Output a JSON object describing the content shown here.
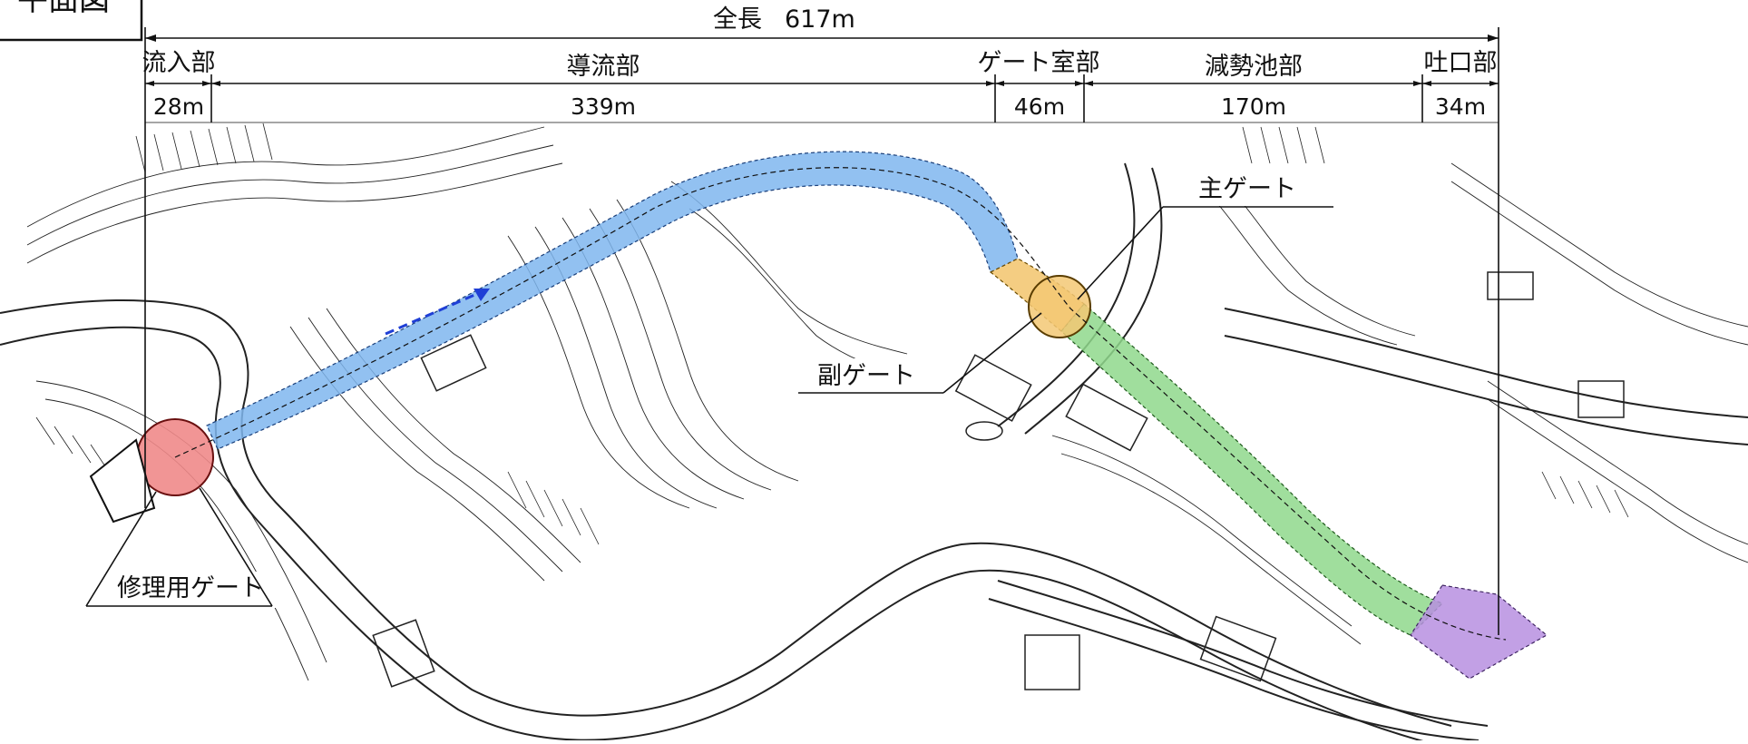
{
  "title_box": "平面図",
  "total": {
    "label": "全長",
    "length": "617m"
  },
  "sections": [
    {
      "name": "流入部",
      "length": "28m"
    },
    {
      "name": "導流部",
      "length": "339m"
    },
    {
      "name": "ゲート室部",
      "length": "46m"
    },
    {
      "name": "減勢池部",
      "length": "170m"
    },
    {
      "name": "吐口部",
      "length": "34m"
    }
  ],
  "callouts": {
    "main_gate": "主ゲート",
    "sub_gate": "副ゲート",
    "repair_gate": "修理用ゲート"
  },
  "colors": {
    "inflow_gate": "#f08a8a",
    "conduit": "#7fb6ee",
    "gate_chamber": "#f3c874",
    "stilling_basin": "#8fd88c",
    "outlet": "#b78fe0",
    "map_line": "#222222",
    "flow_arrow": "#1f3fd6"
  }
}
